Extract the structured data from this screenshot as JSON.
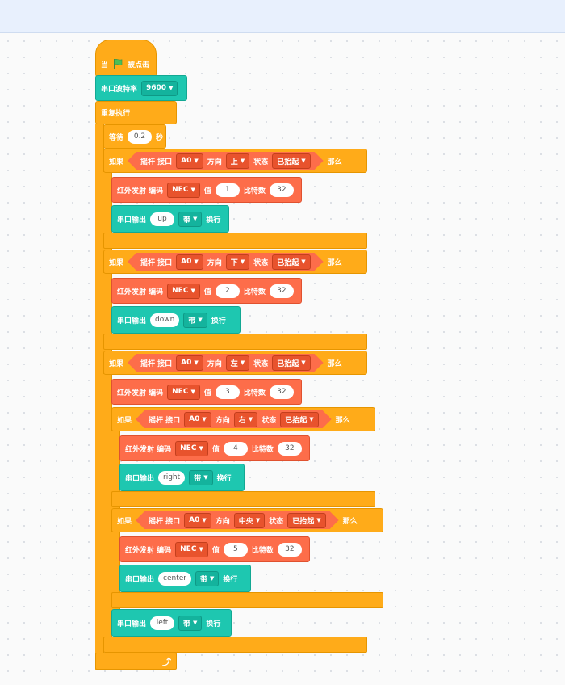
{
  "labels": {
    "when": "当",
    "clicked": "被点击",
    "baud": "串口波特率",
    "repeat": "重复执行",
    "wait": "等待",
    "seconds": "秒",
    "if": "如果",
    "then": "那么",
    "joystick": "摇杆 接口",
    "direction": "方向",
    "state": "状态",
    "ir_send": "红外发射 编码",
    "value": "值",
    "bits": "比特数",
    "serial_out": "串口输出",
    "newline": "换行"
  },
  "program": {
    "baud_rate": "9600",
    "wait_seconds": "0.2",
    "port": "A0",
    "state": "已抬起",
    "encoding": "NEC",
    "bit_count": "32",
    "with_newline": "带",
    "blocks": [
      {
        "direction": "上",
        "ir_value": "1",
        "serial_text": "up"
      },
      {
        "direction": "下",
        "ir_value": "2",
        "serial_text": "down"
      },
      {
        "direction": "左",
        "ir_value": "3",
        "serial_text": "left"
      },
      {
        "direction": "右",
        "ir_value": "4",
        "serial_text": "right"
      },
      {
        "direction": "中央",
        "ir_value": "5",
        "serial_text": "center"
      }
    ]
  },
  "colors": {
    "control": "#ffab19",
    "serial": "#1ec7b0",
    "ir": "#fd6d4a",
    "flag": "#4cbf56"
  },
  "icons": {
    "flag": "green-flag-icon",
    "dropdown": "caret-down-icon",
    "loop": "loop-arrow-icon"
  }
}
